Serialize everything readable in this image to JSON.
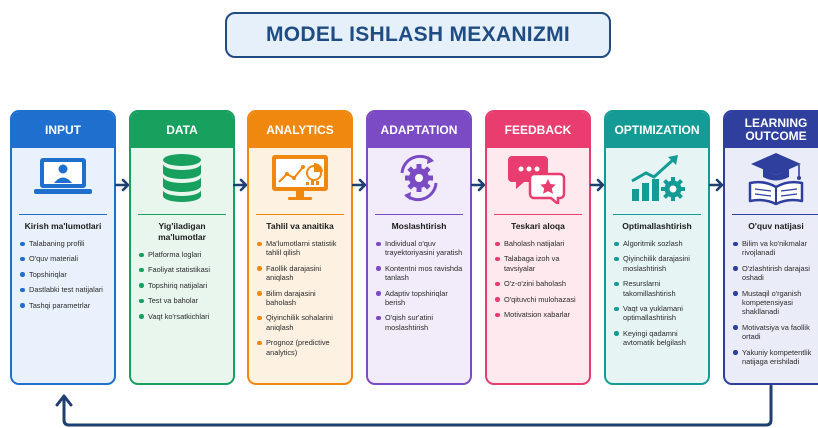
{
  "title": "MODEL ISHLASH MEXANIZMI",
  "columns": [
    {
      "header": "INPUT",
      "icon": "laptop-user-icon",
      "color": "#1f6fcf",
      "bg": "#e9f2fc",
      "subtitle": "Kirish ma'lumotlari",
      "items": [
        "Talabaning profili",
        "O'quv materiali",
        "Topshiriqlar",
        "Dastlabki test natijalari",
        "Tashqi parametrlar"
      ]
    },
    {
      "header": "DATA",
      "icon": "database-icon",
      "color": "#18a05e",
      "bg": "#e8f6ee",
      "subtitle": "Yig'iladigan ma'lumotlar",
      "items": [
        "Platforma loglari",
        "Faoliyat statistikasi",
        "Topshiriq natijalari",
        "Test va baholar",
        "Vaqt ko'rsatkichlari"
      ]
    },
    {
      "header": "ANALYTICS",
      "icon": "analytics-monitor-icon",
      "color": "#f0880f",
      "bg": "#fdf1e2",
      "subtitle": "Tahlil va anaitika",
      "items": [
        "Ma'lumotlarni statistik tahlil qilish",
        "Faollik darajasini aniqlash",
        "Bilim darajasini baholash",
        "Qiyinchilik sohalarini aniqlash",
        "Prognoz (predictive analytics)"
      ]
    },
    {
      "header": "ADAPTATION",
      "icon": "gear-cycle-icon",
      "color": "#7a4bc4",
      "bg": "#f1ebfa",
      "subtitle": "Moslashtirish",
      "items": [
        "Individual o'quv trayektoriyasini yaratish",
        "Kontentni mos ravishda tanlash",
        "Adaptiv topshiriqlar berish",
        "O'qish sur'atini moslashtirish"
      ]
    },
    {
      "header": "FEEDBACK",
      "icon": "chat-bubbles-icon",
      "color": "#e83d6e",
      "bg": "#fde9ee",
      "subtitle": "Teskari aloqa",
      "items": [
        "Baholash natijalari",
        "Talabaga izoh va tavsiyalar",
        "O'z-o'zini baholash",
        "O'qituvchi mulohazasi",
        "Motivatsion xabarlar"
      ]
    },
    {
      "header": "OPTIMIZATION",
      "icon": "growth-gear-icon",
      "color": "#159b95",
      "bg": "#e6f5f4",
      "subtitle": "Optimallashtirish",
      "items": [
        "Algoritmik sozlash",
        "Qiyinchilik darajasini moslashtirish",
        "Resurslarni takomillashtirish",
        "Vaqt va yuklamani optimallashtirish",
        "Keyingi qadamni avtomatik belgilash"
      ]
    },
    {
      "header": "LEARNING OUTCOME",
      "icon": "graduation-book-icon",
      "color": "#2e3f9e",
      "bg": "#eaecf8",
      "subtitle": "O'quv natijasi",
      "items": [
        "Bilim va ko'nikmalar rivojlanadi",
        "O'zlashtirish darajasi oshadi",
        "Mustaqil o'rganish kompetensiyasi shakllanadi",
        "Motivatsiya va faollik ortadi",
        "Yakuniy kompetentlik natijaga erishiladi"
      ]
    }
  ]
}
